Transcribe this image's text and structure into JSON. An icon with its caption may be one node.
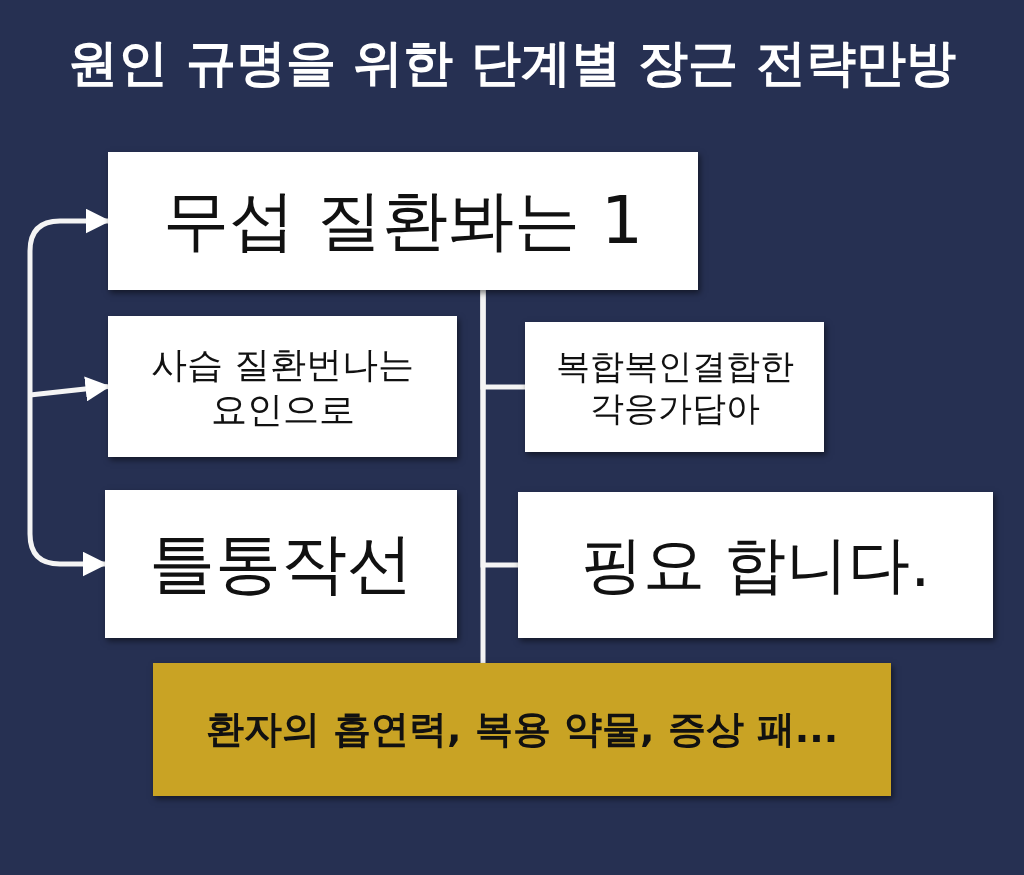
{
  "diagram": {
    "title": "원인 규명을 위한 단계별 장근 전략만방",
    "nodes": [
      {
        "text": [
          "무섭 질환봐는 1"
        ]
      },
      {
        "text": [
          "사습 질환번나는 요인으로"
        ]
      },
      {
        "text": [
          "틀통작선"
        ]
      },
      {
        "text": [
          "복합복인결합한 각응가답아"
        ]
      },
      {
        "text": [
          "핑요 합니다."
        ]
      },
      {
        "text": [
          "환자의 흡연력, 복용 약물, 증상 패..."
        ]
      }
    ],
    "edges": [
      {
        "from": null,
        "to": 0,
        "arrow": "to"
      },
      {
        "from": null,
        "to": 1,
        "arrow": "to"
      },
      {
        "from": null,
        "to": 2,
        "arrow": "to"
      },
      {
        "from": 0,
        "to": 3,
        "arrow": "none"
      },
      {
        "from": 0,
        "to": 4,
        "arrow": "none"
      },
      {
        "from": 0,
        "to": 5,
        "arrow": "none"
      }
    ]
  }
}
